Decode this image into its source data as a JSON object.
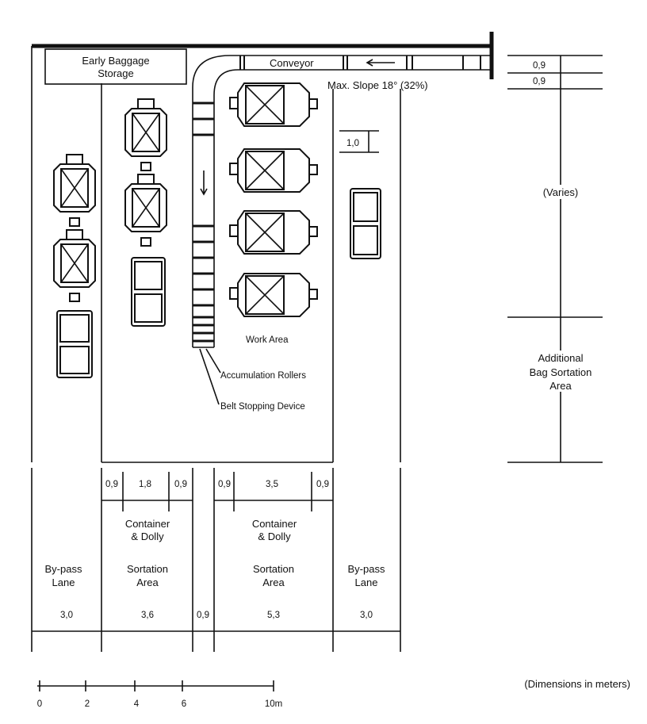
{
  "labels": {
    "early_storage": [
      "Early Baggage",
      "Storage"
    ],
    "conveyor": "Conveyor",
    "max_slope": "Max. Slope 18° (32%)",
    "work_area": "Work Area",
    "accumulation_rollers": "Accumulation Rollers",
    "belt_stopping": "Belt Stopping Device",
    "varies": "(Varies)",
    "additional": [
      "Additional",
      "Bag Sortation",
      "Area"
    ],
    "container_dolly": [
      "Container",
      "& Dolly"
    ],
    "sortation_area": [
      "Sortation",
      "Area"
    ],
    "bypass_lane": [
      "By-pass",
      "Lane"
    ],
    "dimensions_note": "(Dimensions in meters)"
  },
  "right_dims": [
    "0,9",
    "0,9"
  ],
  "work_dim": "1,0",
  "sub_dims_left": [
    "0,9",
    "1,8",
    "0,9"
  ],
  "sub_dims_right": [
    "0,9",
    "3,5",
    "0,9"
  ],
  "bottom_dims": [
    "3,0",
    "3,6",
    "0,9",
    "5,3",
    "3,0"
  ],
  "scale": {
    "ticks": [
      "0",
      "2",
      "4",
      "6",
      "10m"
    ]
  }
}
